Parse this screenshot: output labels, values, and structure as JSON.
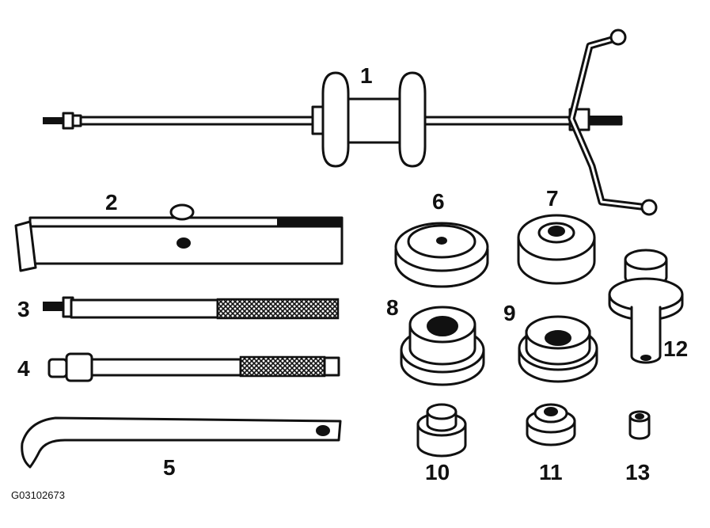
{
  "figure_code": "G03102673",
  "parts": [
    {
      "id": "part-1",
      "label": "1"
    },
    {
      "id": "part-2",
      "label": "2"
    },
    {
      "id": "part-3",
      "label": "3"
    },
    {
      "id": "part-4",
      "label": "4"
    },
    {
      "id": "part-5",
      "label": "5"
    },
    {
      "id": "part-6",
      "label": "6"
    },
    {
      "id": "part-7",
      "label": "7"
    },
    {
      "id": "part-8",
      "label": "8"
    },
    {
      "id": "part-9",
      "label": "9"
    },
    {
      "id": "part-10",
      "label": "10"
    },
    {
      "id": "part-11",
      "label": "11"
    },
    {
      "id": "part-12",
      "label": "12"
    },
    {
      "id": "part-13",
      "label": "13"
    }
  ]
}
